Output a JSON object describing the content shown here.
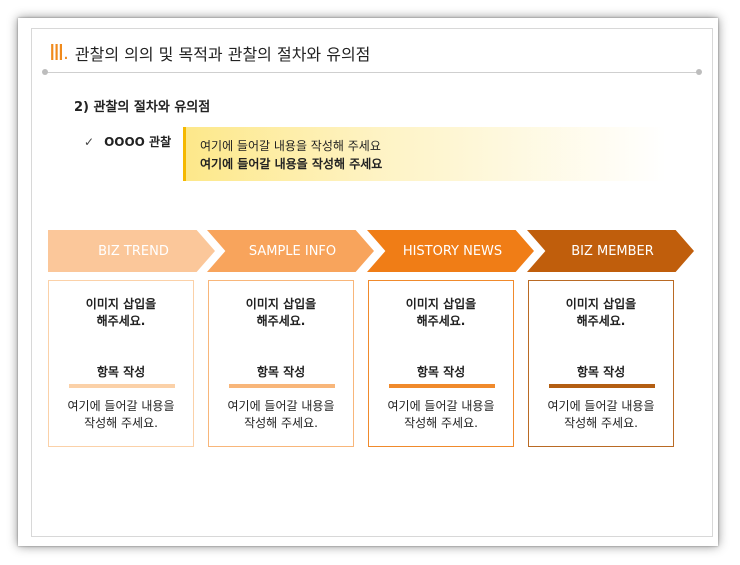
{
  "header": {
    "roman": "Ⅲ",
    "dot": ".",
    "title": "관찰의 의의 및 목적과 관찰의 절차와 유의점"
  },
  "section": {
    "subtitle": "2) 관찰의 절차와 유의점",
    "check_label": "OOOO 관찰",
    "desc_line1": "여기에 들어갈 내용을 작성해 주세요",
    "desc_line2": "여기에 들어갈 내용을 작성해 주세요"
  },
  "steps": [
    {
      "label": "BIZ TREND",
      "color": "#fbc79a",
      "border": "#fbd1a8",
      "bar": "#fbd1a8",
      "card_line1": "이미지 삽입을",
      "card_line2": "해주세요.",
      "head": "항목 작성",
      "desc_line1": "여기에 들어갈 내용을",
      "desc_line2": "작성해 주세요."
    },
    {
      "label": "SAMPLE INFO",
      "color": "#f8a45c",
      "border": "#f8b67a",
      "bar": "#f8b67a",
      "card_line1": "이미지 삽입을",
      "card_line2": "해주세요.",
      "head": "항목 작성",
      "desc_line1": "여기에 들어갈 내용을",
      "desc_line2": "작성해 주세요."
    },
    {
      "label": "HISTORY NEWS",
      "color": "#f07d16",
      "border": "#f08a2c",
      "bar": "#f08a2c",
      "card_line1": "이미지 삽입을",
      "card_line2": "해주세요.",
      "head": "항목 작성",
      "desc_line1": "여기에 들어갈 내용을",
      "desc_line2": "작성해 주세요."
    },
    {
      "label": "BIZ MEMBER",
      "color": "#c05e0c",
      "border": "#b96a24",
      "bar": "#b35e12",
      "card_line1": "이미지 삽입을",
      "card_line2": "해주세요.",
      "head": "항목 작성",
      "desc_line1": "여기에 들어갈 내용을",
      "desc_line2": "작성해 주세요."
    }
  ],
  "icons": {
    "check": "checkmark-icon"
  }
}
